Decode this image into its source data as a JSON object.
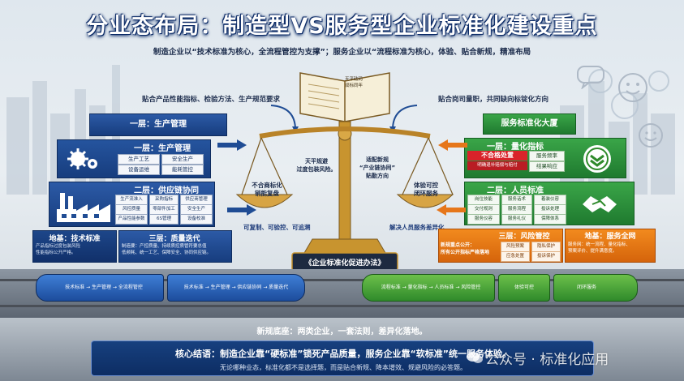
{
  "header": {
    "title": "分业态布局：制造型VS服务型企业标准化建设重点",
    "subtitle": "制造企业以“技术标准为核心，全流程管控为支撑”；服务企业以“流程标准为核心，体验、贴合新规，精准布局"
  },
  "notes": {
    "left_top": "贴合产品性能指标、检验方法、生产规范要求",
    "right_top": "贴合岗司量职，共同缺向标锭化方向",
    "left_bottom": "可复制、可验控、可追溯",
    "right_bottom": "解决人员服务差异化"
  },
  "book": {
    "text": "天平砝码\n双标同年"
  },
  "scale": {
    "base_label": "《企业标准化促进办法》",
    "left_pan": "不合商标化\n销能复盘",
    "right_pan": "体验可控\n闭环服务",
    "center_left": "天平规避\n过度包装风险。",
    "center_right": "适配新规\n“产业链协同”\n贴勤方向"
  },
  "left_building": {
    "top": "一层：生产管理",
    "sub1": "一层：生产管理",
    "sub1_cells": [
      "生产工艺",
      "安全生产",
      "设备运维",
      "能耗管控"
    ],
    "level2": "二层：供应链协同",
    "level2_cells": [
      "生产流准入",
      "采购指标",
      "供应商管理",
      "风控质量",
      "零部件加工",
      "安全生产",
      "产品性能参数",
      "6S管理",
      "设备校准"
    ],
    "base_label": "地基：技术标准",
    "base_text": "产品指标过度包装风险\n性能指标公开严格。",
    "level3": "三层：质量迭代",
    "level3_text": "制造要：产控质量、持续质控质管符要总值\n低频耗、统一工艺、保障安全、协同供应链。"
  },
  "right_building": {
    "top": "服务标准化大厦",
    "level1": "一层：量化指标",
    "level1_red": "不合格处置",
    "level1_red_sub": "明确退补赔偿与赔付",
    "level1_cells": [
      "服务频率",
      "结果响应"
    ],
    "level2": "二层：人员标准",
    "level2_cells": [
      "岗位技能",
      "服务话术",
      "着装仪容",
      "交付规则",
      "服务流程",
      "投诉处理",
      "服务仪容",
      "服务礼仪",
      "保障体系"
    ],
    "level3": "三层：风险管控",
    "level3_text": "新规重点公开：\n所有公开指标严格落地",
    "level3_cells": [
      "风险预案",
      "隐私保护",
      "应急处置",
      "投诉保护"
    ],
    "base_label": "地基：服务全网",
    "base_text": "服务网：统一流程、量化指标、\n预案评价、提升满意度。"
  },
  "trains": {
    "left_car1": "技术标准 → 生产管理 → 全流程管控",
    "left_car2": "技术标准 → 生产管理 → 供应链协同 → 质量迭代",
    "right_car1": "流程标准 → 量化指标 → 人员标准 → 风险管控",
    "right_car2": "体验可控",
    "right_car3": "闭环服务"
  },
  "footer": {
    "middle": "新规底座：两类企业，一套法则，差异化落地。",
    "conclusion": "核心结语：制造企业靠“硬标准”锁死产品质量，服务企业靠“软标准”统一服务体验。",
    "conclusion_sub": "无论哪种业态，标准化都不是选择题，而是贴合新规、降本增效、规避风险的必答题。",
    "watermark": "公众号 · 标准化应用"
  },
  "colors": {
    "blue": "#1f4c94",
    "green": "#2f8a2b",
    "orange": "#e6761a",
    "red": "#d9232a",
    "gold": "#c8942f"
  }
}
